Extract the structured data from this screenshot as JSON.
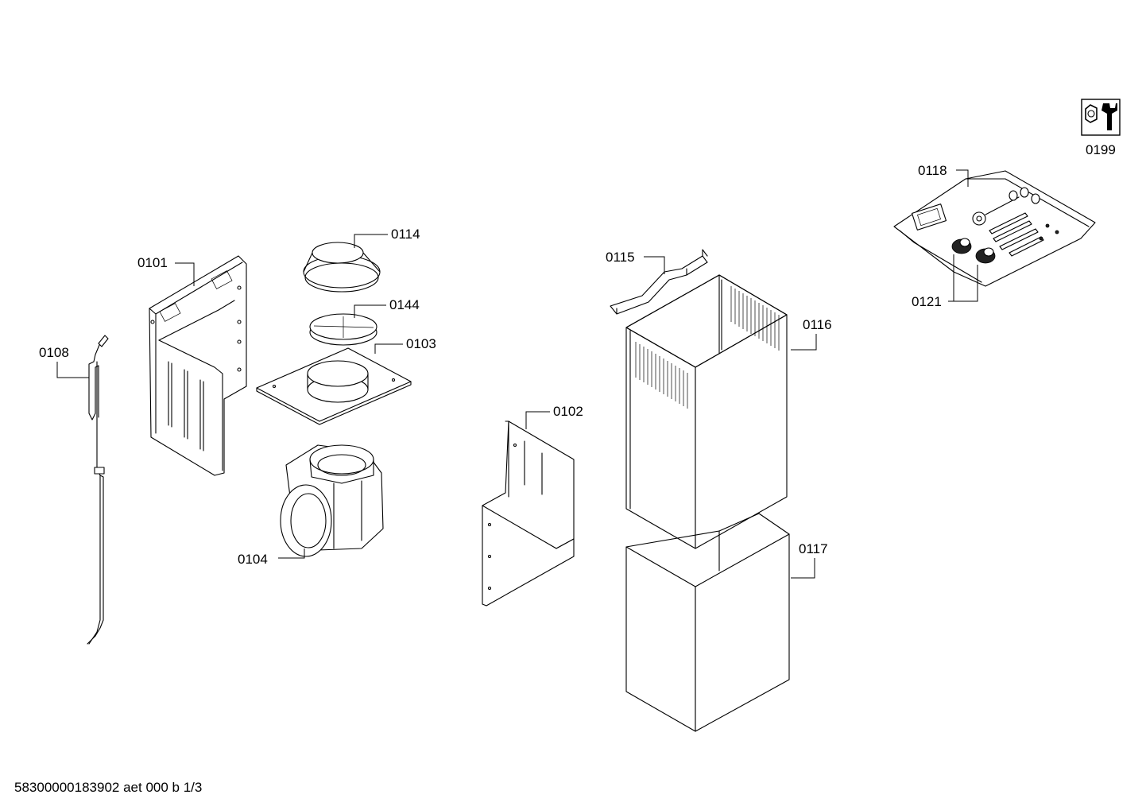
{
  "parts": {
    "p0101": "0101",
    "p0102": "0102",
    "p0103": "0103",
    "p0104": "0104",
    "p0108": "0108",
    "p0114": "0114",
    "p0115": "0115",
    "p0116": "0116",
    "p0117": "0117",
    "p0118": "0118",
    "p0121": "0121",
    "p0144": "0144",
    "p0199": "0199"
  },
  "footer": {
    "document_code": "58300000183902 aet 000 b 1/3"
  },
  "icons": {
    "service_kit": "wrench-nut-icon"
  }
}
